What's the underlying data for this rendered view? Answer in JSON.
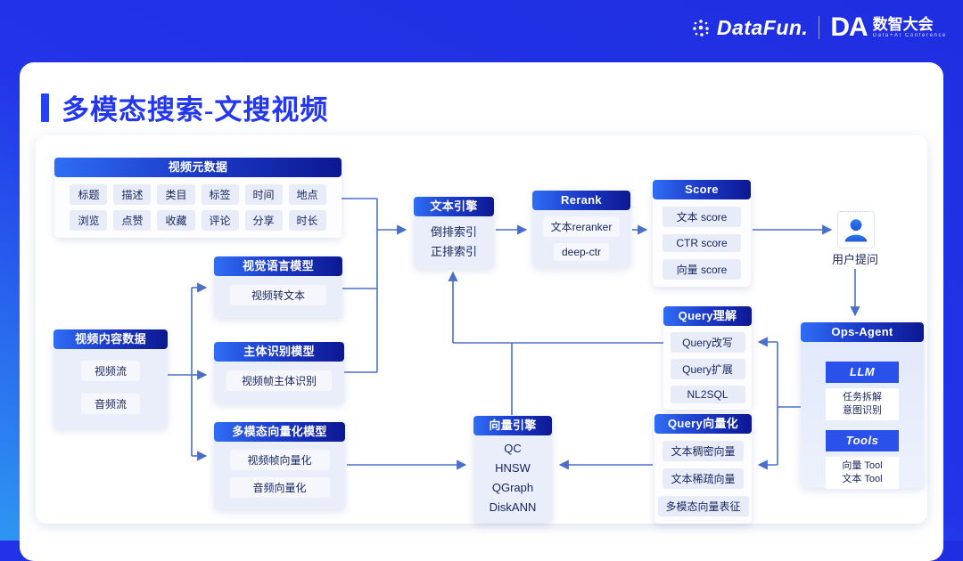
{
  "brand": {
    "datafun": "DataFun.",
    "da": "DA",
    "conf_cn": "数智大会",
    "conf_en": "Data+AI Conference"
  },
  "page": {
    "title": "多模态搜索-文搜视频"
  },
  "diagram": {
    "video_meta": {
      "title": "视频元数据",
      "items": [
        "标题",
        "描述",
        "类目",
        "标签",
        "时间",
        "地点",
        "浏览",
        "点赞",
        "收藏",
        "评论",
        "分享",
        "时长"
      ]
    },
    "text_engine": {
      "title": "文本引擎",
      "items": [
        "倒排索引",
        "正排索引"
      ]
    },
    "rerank": {
      "title": "Rerank",
      "items": [
        "文本reranker",
        "deep-ctr"
      ]
    },
    "score": {
      "title": "Score",
      "items": [
        "文本 score",
        "CTR  score",
        "向量 score"
      ]
    },
    "user": {
      "label": "用户提问"
    },
    "vlm": {
      "title": "视觉语言模型",
      "items": [
        "视频转文本"
      ]
    },
    "subject_model": {
      "title": "主体识别模型",
      "items": [
        "视频帧主体识别"
      ]
    },
    "content_data": {
      "title": "视频内容数据",
      "items": [
        "视频流",
        "音频流"
      ]
    },
    "mm_vector_model": {
      "title": "多模态向量化模型",
      "items": [
        "视频帧向量化",
        "音频向量化"
      ]
    },
    "vector_engine": {
      "title": "向量引擎",
      "items": [
        "QC",
        "HNSW",
        "QGraph",
        "DiskANN"
      ]
    },
    "query_understanding": {
      "title": "Query理解",
      "items": [
        "Query改写",
        "Query扩展",
        "NL2SQL"
      ]
    },
    "query_vectorization": {
      "title": "Query向量化",
      "items": [
        "文本稠密向量",
        "文本稀疏向量",
        "多模态向量表征"
      ]
    },
    "ops_agent": {
      "title": "Ops-Agent",
      "llm": "LLM",
      "llm_desc1": "任务拆解",
      "llm_desc2": "意图识别",
      "tools": "Tools",
      "tools_desc1": "向量 Tool",
      "tools_desc2": "文本 Tool"
    }
  },
  "colors": {
    "background_blue": "#2233e8",
    "accent_title": "#2437f0",
    "header_gradient_start": "#2f6df5",
    "header_gradient_end": "#0c1892",
    "arrow": "#4a6fc8",
    "chip_bg": "#e8ecf8"
  }
}
